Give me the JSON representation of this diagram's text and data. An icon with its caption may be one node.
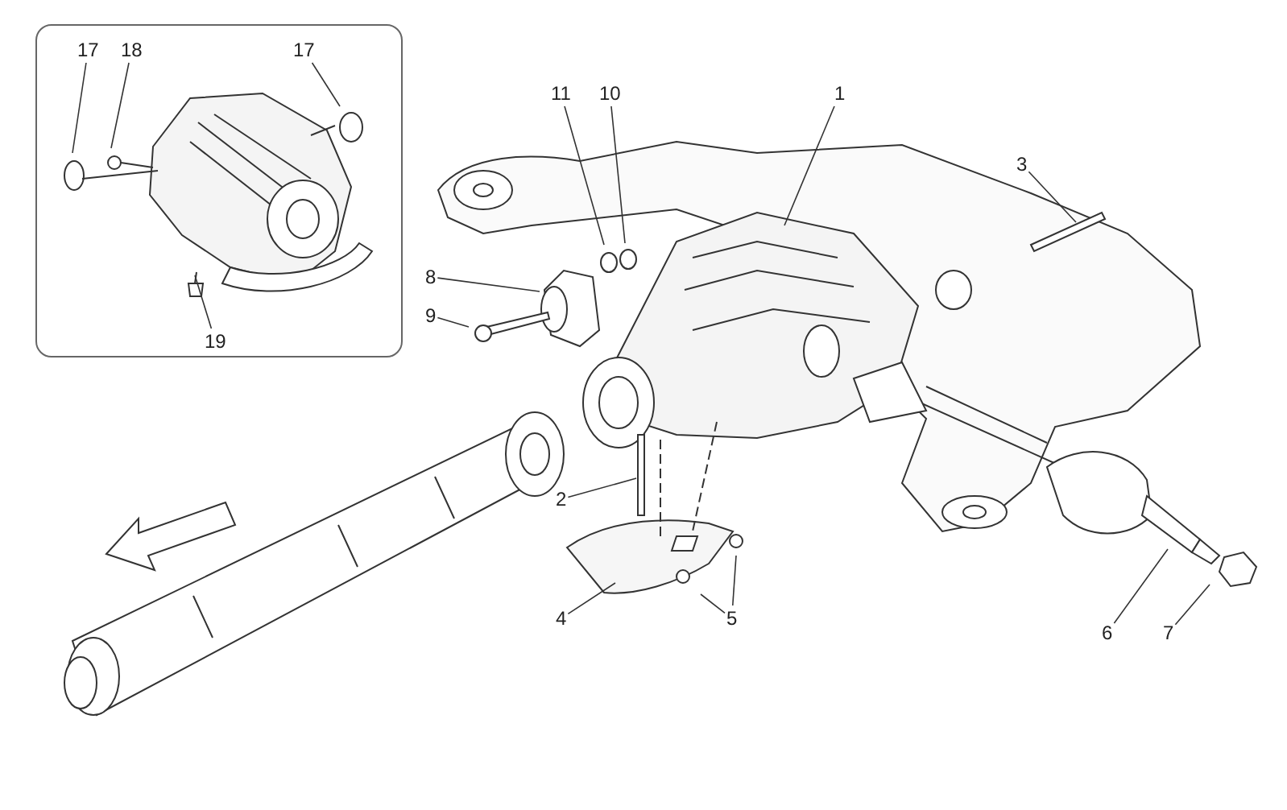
{
  "diagram": {
    "nodes": [
      {
        "text": [],
        "shape": "box"
      },
      {
        "text": [
          "17"
        ],
        "in": 0
      },
      {
        "text": [
          "18"
        ],
        "in": 0
      },
      {
        "text": [
          "17"
        ],
        "in": 0
      },
      {
        "text": [
          "19"
        ],
        "in": 0
      },
      {
        "text": [
          "11"
        ]
      },
      {
        "text": [
          "10"
        ]
      },
      {
        "text": [
          "1"
        ]
      },
      {
        "text": [
          "3"
        ]
      },
      {
        "text": [
          "8"
        ]
      },
      {
        "text": [
          "9"
        ]
      },
      {
        "text": [
          "2"
        ]
      },
      {
        "text": [
          "4"
        ]
      },
      {
        "text": [
          "5"
        ]
      },
      {
        "text": [
          "6"
        ]
      },
      {
        "text": [
          "7"
        ]
      }
    ],
    "edges": [
      {
        "from": 1,
        "to": null,
        "arrow": "none"
      },
      {
        "from": 2,
        "to": null,
        "arrow": "none"
      },
      {
        "from": 3,
        "to": null,
        "arrow": "none"
      },
      {
        "from": 4,
        "to": null,
        "arrow": "none"
      },
      {
        "from": 5,
        "to": null,
        "arrow": "none"
      },
      {
        "from": 6,
        "to": null,
        "arrow": "none"
      },
      {
        "from": 7,
        "to": null,
        "arrow": "none"
      },
      {
        "from": 8,
        "to": null,
        "arrow": "none"
      },
      {
        "from": 9,
        "to": null,
        "arrow": "none"
      },
      {
        "from": 10,
        "to": null,
        "arrow": "none"
      },
      {
        "from": 11,
        "to": null,
        "arrow": "none"
      },
      {
        "from": 12,
        "to": null,
        "arrow": "none"
      },
      {
        "from": 13,
        "to": null,
        "arrow": "none"
      },
      {
        "from": 13,
        "to": null,
        "arrow": "none"
      },
      {
        "from": 14,
        "to": null,
        "arrow": "none"
      },
      {
        "from": 15,
        "to": null,
        "arrow": "none"
      }
    ]
  }
}
